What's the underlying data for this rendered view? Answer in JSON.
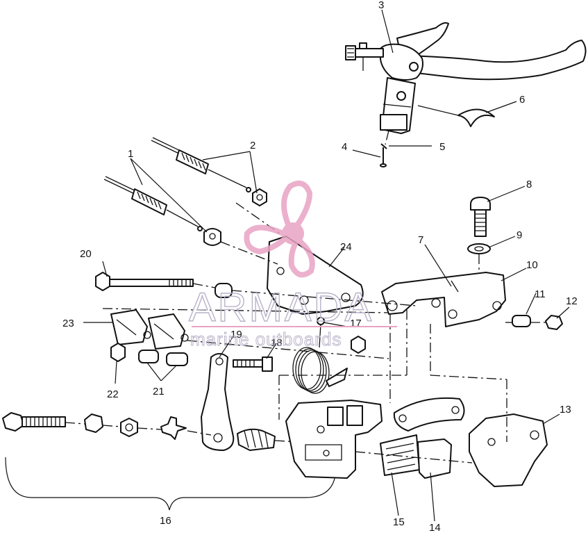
{
  "diagram": {
    "part_labels": [
      "1",
      "2",
      "3",
      "4",
      "5",
      "6",
      "7",
      "8",
      "9",
      "10",
      "11",
      "12",
      "13",
      "14",
      "15",
      "16",
      "17",
      "18",
      "19",
      "20",
      "21",
      "22",
      "23",
      "24"
    ]
  },
  "watermark": {
    "brand": "ARMADA",
    "tagline": "marine outboards",
    "logo_icon": "propeller-icon",
    "logo_color": "#e8a3c4",
    "text_color": "#b9b3c9"
  }
}
